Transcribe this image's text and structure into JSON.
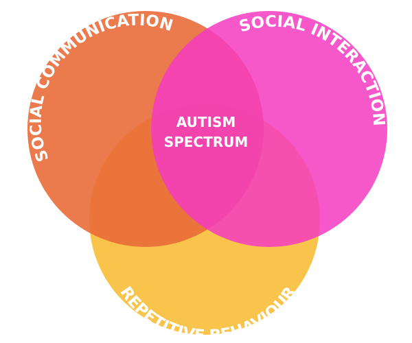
{
  "circles": {
    "communication": {
      "label": "SOCIAL COMMUNICATION",
      "color": "#E96B38"
    },
    "interaction": {
      "label": "SOCIAL INTERACTION",
      "color": "#F53BC0"
    },
    "behaviour": {
      "label": "REPETITIVE BEHAVIOUR",
      "color": "#F8BF3D"
    }
  },
  "center": {
    "line1": "AUTISM",
    "line2": "SPECTRUM"
  }
}
